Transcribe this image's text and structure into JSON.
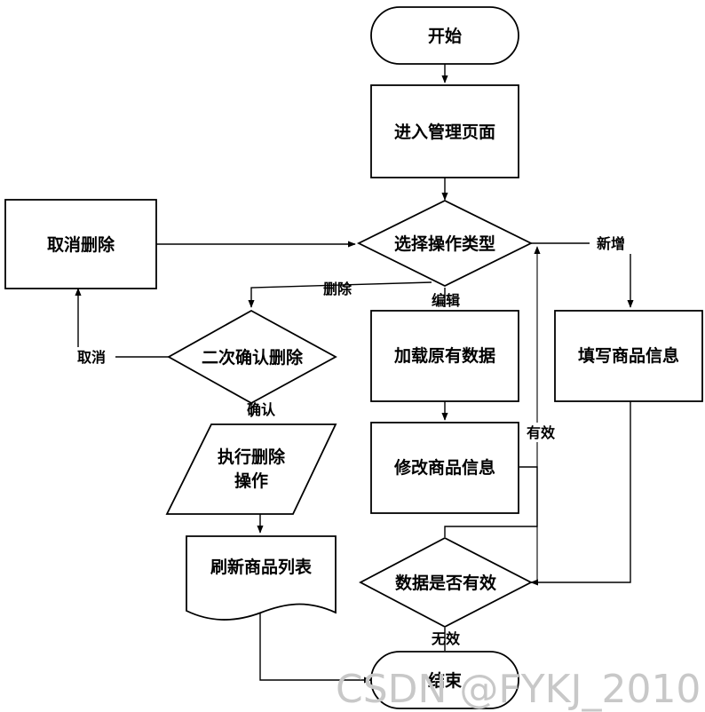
{
  "nodes": {
    "start": "开始",
    "enter_admin": "进入管理页面",
    "choose_operation": "选择操作类型",
    "cancel_delete": "取消删除",
    "confirm_delete": "二次确认删除",
    "load_data": "加载原有数据",
    "fill_product": "填写商品信息",
    "modify_product": "修改商品信息",
    "execute_delete_line1": "执行删除",
    "execute_delete_line2": "操作",
    "refresh_list": "刷新商品列表",
    "data_valid": "数据是否有效",
    "end": "结束"
  },
  "edge_labels": {
    "add": "新增",
    "delete": "删除",
    "edit": "编辑",
    "cancel": "取消",
    "confirm": "确认",
    "valid": "有效",
    "invalid": "无效"
  },
  "watermark": "CSDN @FYKJ_2010"
}
